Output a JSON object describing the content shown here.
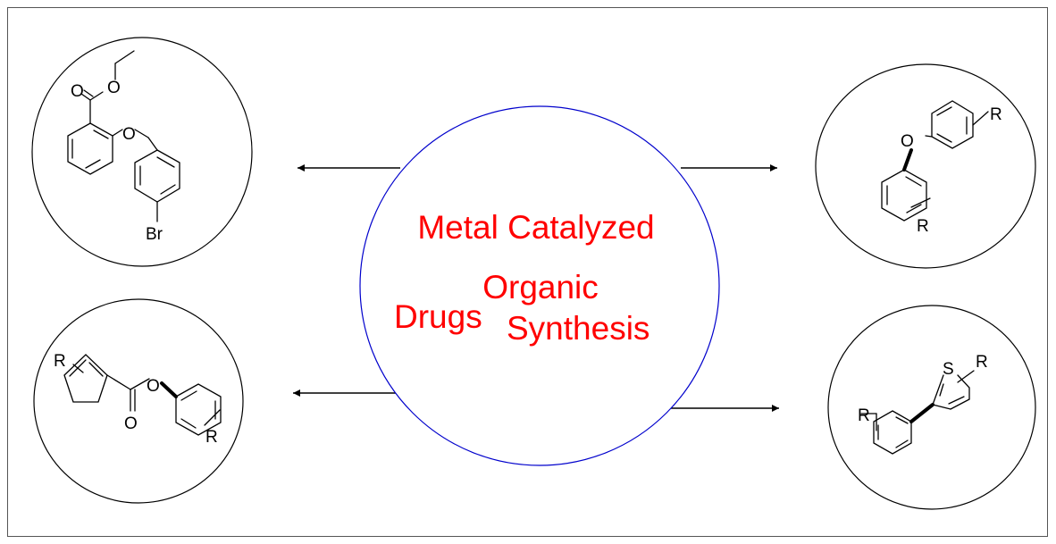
{
  "colors": {
    "title_text": "#ff0000",
    "center_circle_stroke": "#0000cc",
    "ink": "#000000",
    "frame": "#555555"
  },
  "center": {
    "line1": "Metal Catalyzed",
    "line2": "Organic",
    "line3_left": "Drugs",
    "line3_right": "Synthesis"
  },
  "molecules": {
    "top_left": {
      "atom_o_carbonyl": "O",
      "atom_o_ester": "O",
      "atom_o_ether": "O",
      "atom_br": "Br"
    },
    "top_right": {
      "atom_o": "O",
      "r_top": "R",
      "r_bottom": "R"
    },
    "bottom_left": {
      "r_left": "R",
      "atom_o_ester": "O",
      "atom_o_carbonyl": "O",
      "r_right": "R"
    },
    "bottom_right": {
      "atom_s": "S",
      "r_thiophene": "R",
      "r_phenyl": "R"
    }
  }
}
